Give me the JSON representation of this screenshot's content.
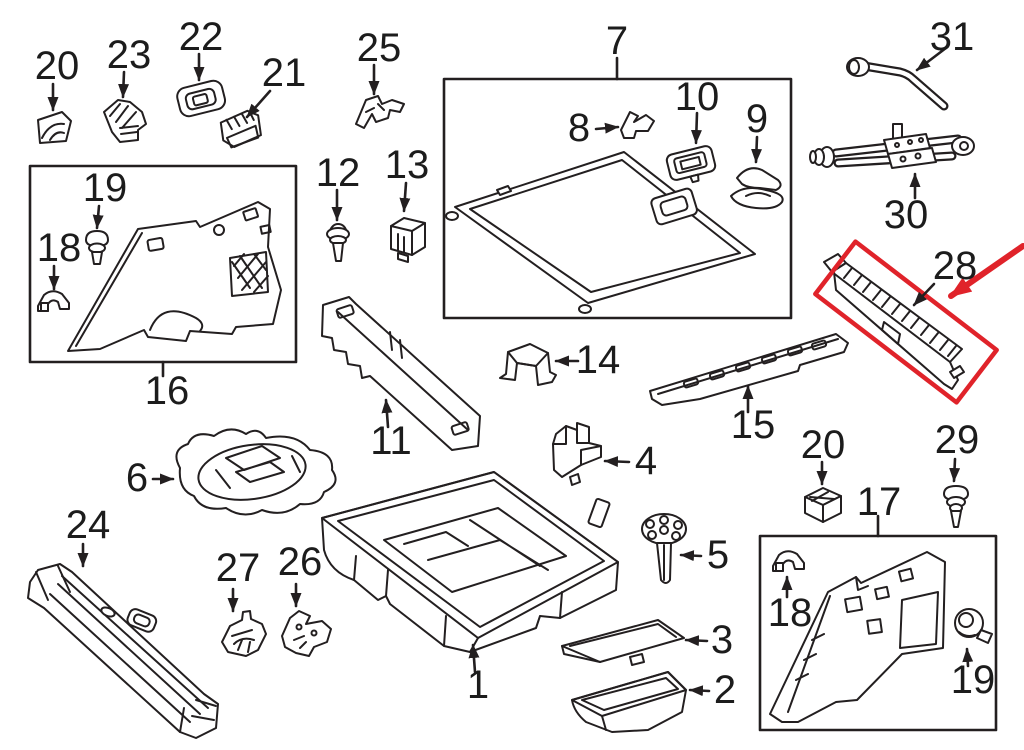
{
  "diagram": {
    "kind": "exploded-parts-diagram",
    "subject": "vehicle rear cargo area / trunk interior trim components",
    "background_color": "#ffffff",
    "line_color": "#231f20",
    "highlight_color": "#e0232a",
    "highlighted_part": "28",
    "highlight_shape": "rotated-rectangle-with-arrow"
  },
  "labels": {
    "l20a": "20",
    "l23": "23",
    "l22": "22",
    "l21": "21",
    "l25": "25",
    "l7": "7",
    "l31": "31",
    "l8": "8",
    "l10": "10",
    "l9": "9",
    "l12": "12",
    "l13": "13",
    "l30": "30",
    "l19a": "19",
    "l18a": "18",
    "l28": "28",
    "l16": "16",
    "l14": "14",
    "l11": "11",
    "l15": "15",
    "l29": "29",
    "l6": "6",
    "l4": "4",
    "l20b": "20",
    "l17": "17",
    "l24": "24",
    "l5": "5",
    "l27": "27",
    "l26": "26",
    "l18b": "18",
    "l19b": "19",
    "l1": "1",
    "l3": "3",
    "l2": "2"
  }
}
